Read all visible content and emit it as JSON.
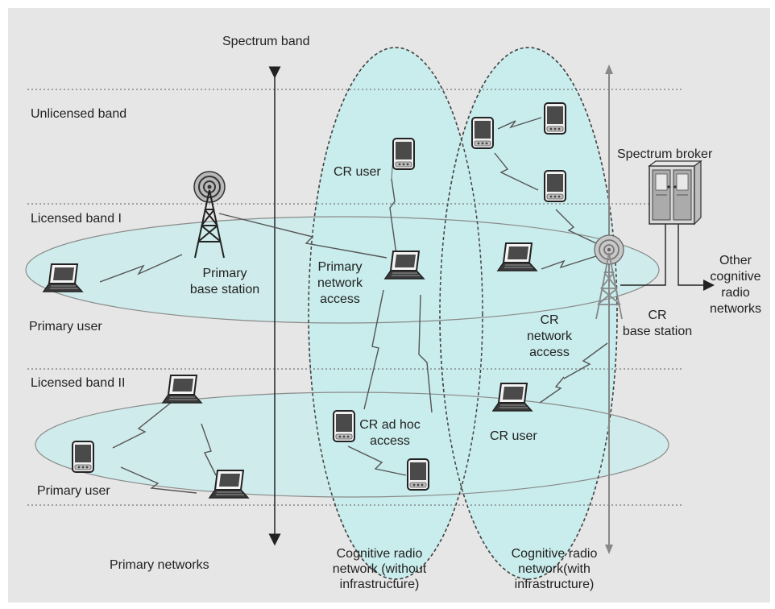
{
  "colors": {
    "background": "#e6e6e6",
    "ellipse_fill": "#c9ecec",
    "ellipse_stroke": "#5a5a5a",
    "band_line": "#777777",
    "text": "#222222"
  },
  "axis": {
    "label": "Spectrum band"
  },
  "bands": {
    "unlicensed": "Unlicensed band",
    "licensed_1": "Licensed band I",
    "licensed_2": "Licensed band II"
  },
  "labels": {
    "primary_user_top": "Primary user",
    "primary_user_bottom": "Primary user",
    "primary_base_station": [
      "Primary",
      "base station"
    ],
    "primary_networks": "Primary networks",
    "cr_user_top": "CR user",
    "cr_user_right": "CR user",
    "primary_network_access": [
      "Primary",
      "network",
      "access"
    ],
    "cr_adhoc_access": [
      "CR ad hoc",
      "access"
    ],
    "cr_network_access": [
      "CR",
      "network",
      "access"
    ],
    "cr_base_station": [
      "CR",
      "base station"
    ],
    "spectrum_broker": "Spectrum broker",
    "other_networks": [
      "Other",
      "cognitive",
      "radio",
      "networks"
    ],
    "crn_without_infra": [
      "Cognitive radio",
      "network (without",
      "infrastructure)"
    ],
    "crn_with_infra": [
      "Cognitive radio",
      "network(with",
      "infrastructure)"
    ]
  },
  "icons": [
    "tower-icon",
    "laptop-icon",
    "pda-icon",
    "spectrum-broker-icon",
    "lightning-link-icon"
  ]
}
